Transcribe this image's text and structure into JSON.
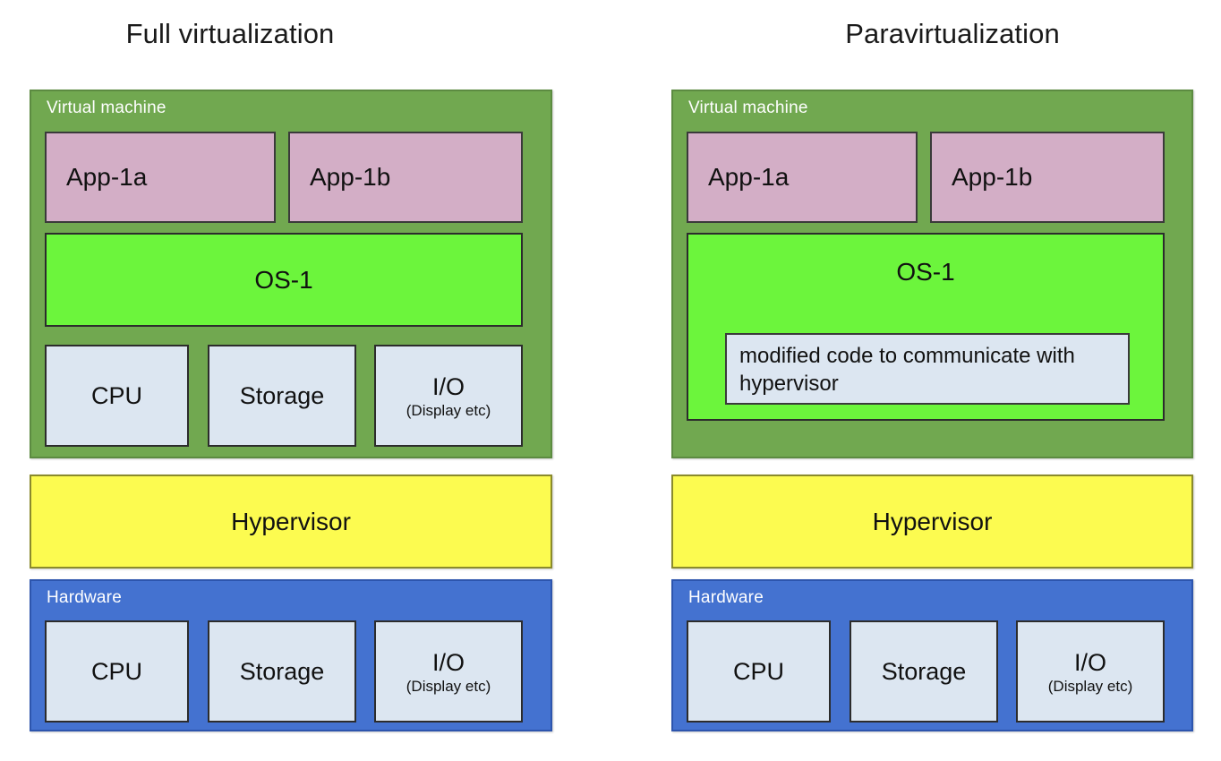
{
  "panels": [
    {
      "title": "Full virtualization",
      "vm": {
        "label": "Virtual machine",
        "apps": [
          {
            "label": "App-1a"
          },
          {
            "label": "App-1b"
          }
        ],
        "os": {
          "label": "OS-1",
          "modified_code": null
        },
        "resources": [
          {
            "main": "CPU",
            "sub": ""
          },
          {
            "main": "Storage",
            "sub": ""
          },
          {
            "main": "I/O",
            "sub": "(Display etc)"
          }
        ]
      },
      "hypervisor": {
        "label": "Hypervisor"
      },
      "hardware": {
        "label": "Hardware",
        "resources": [
          {
            "main": "CPU",
            "sub": ""
          },
          {
            "main": "Storage",
            "sub": ""
          },
          {
            "main": "I/O",
            "sub": "(Display etc)"
          }
        ]
      }
    },
    {
      "title": "Paravirtualization",
      "vm": {
        "label": "Virtual machine",
        "apps": [
          {
            "label": "App-1a"
          },
          {
            "label": "App-1b"
          }
        ],
        "os": {
          "label": "OS-1",
          "modified_code": "modified code to communicate with hypervisor"
        },
        "resources": []
      },
      "hypervisor": {
        "label": "Hypervisor"
      },
      "hardware": {
        "label": "Hardware",
        "resources": [
          {
            "main": "CPU",
            "sub": ""
          },
          {
            "main": "Storage",
            "sub": ""
          },
          {
            "main": "I/O",
            "sub": "(Display etc)"
          }
        ]
      }
    }
  ],
  "colors": {
    "vm_green": "#71A850",
    "os_green": "#6CF53C",
    "app_pink": "#D3AEC6",
    "hypervisor_yellow": "#FCFB50",
    "hardware_blue": "#4472D0",
    "resource_light_blue": "#DCE6F1",
    "background": "#FFFFFF",
    "text": "#1A1A1A"
  }
}
